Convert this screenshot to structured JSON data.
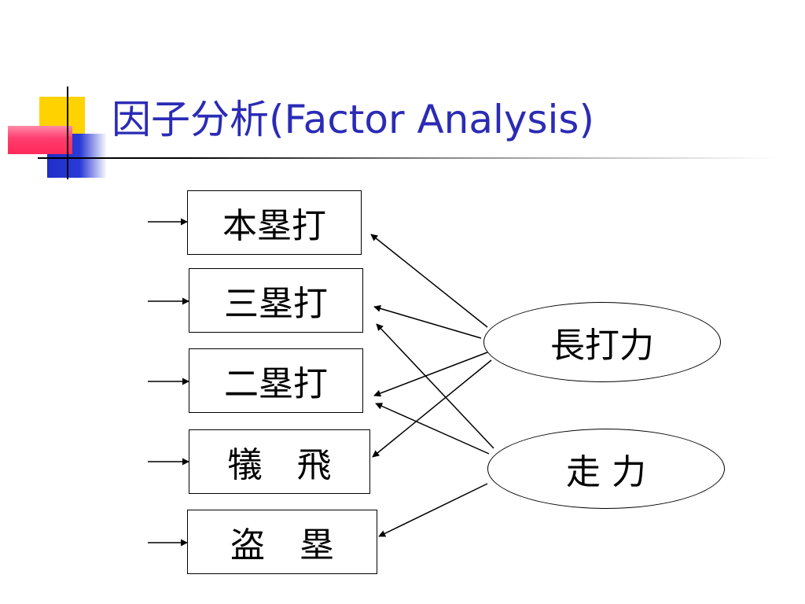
{
  "title": "因子分析(Factor Analysis)",
  "variables": [
    {
      "label": "本塁打"
    },
    {
      "label": "三塁打"
    },
    {
      "label": "二塁打"
    },
    {
      "label": "犠　飛"
    },
    {
      "label": "盗　塁"
    }
  ],
  "factors": [
    {
      "label": "長打力"
    },
    {
      "label": "走 力"
    }
  ],
  "colors": {
    "title": "#2b2bb6",
    "accent_yellow": "#ffd200",
    "accent_blue": "#1e2ec8",
    "accent_red": "#ff2a5a"
  }
}
